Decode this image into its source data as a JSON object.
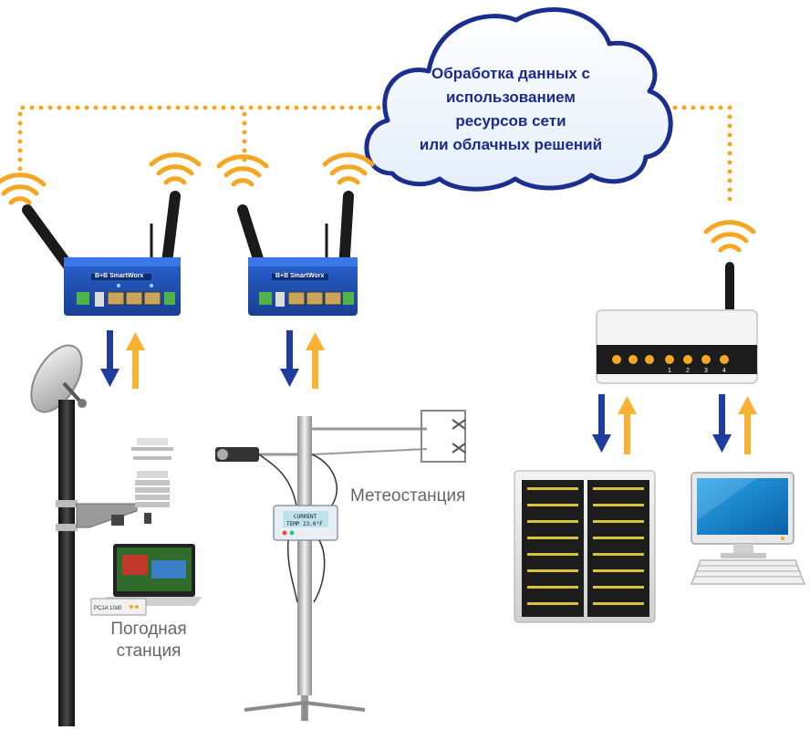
{
  "cloud": {
    "lines": [
      "Обработка данных с",
      "использованием",
      "ресурсов сети",
      "или облачных решений"
    ]
  },
  "labels": {
    "meteostation": "Метеостанция",
    "weather_station_line1": "Погодная",
    "weather_station_line2": "станция"
  },
  "device_text": {
    "router_brand": "B+B SmartWorx",
    "router_ports": [
      "1",
      "2",
      "3",
      "4"
    ],
    "display_line1": "CURRENT",
    "display_line2": "TEMP 23.0°F",
    "small_box_label": "PC1A 10d0"
  },
  "colors": {
    "dotted_link": "#f5a623",
    "wifi": "#f5a623",
    "arrow_down": "#1f3c9e",
    "arrow_up": "#f9b233",
    "router_body": "#1f4fb3",
    "cloud_text": "#1a2b8c"
  }
}
